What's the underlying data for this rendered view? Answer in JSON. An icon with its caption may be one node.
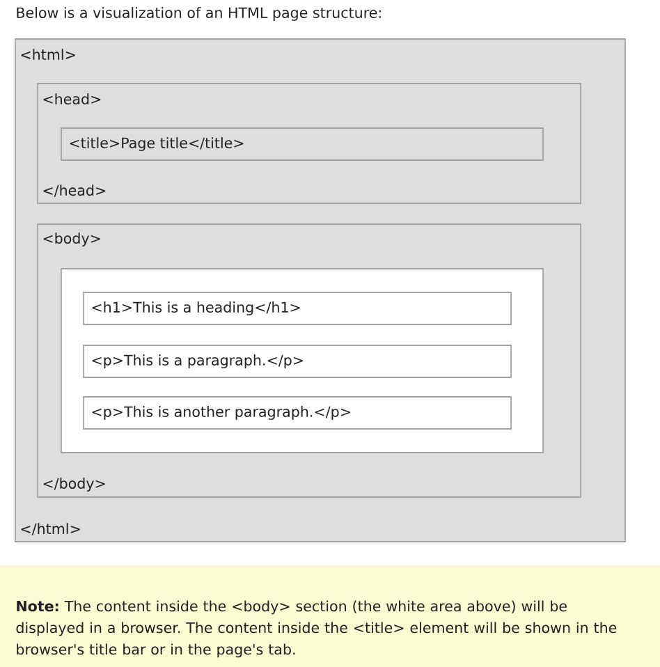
{
  "diagram": {
    "title": "Below is a visualization of an HTML page structure:",
    "nodes": [
      {
        "text": [
          "<html>",
          "</html>"
        ]
      },
      {
        "text": [
          "<head>",
          "</head>"
        ],
        "in": 0
      },
      {
        "text": [
          "<title>Page title</title>"
        ],
        "in": 1
      },
      {
        "text": [
          "<body>",
          "</body>"
        ],
        "in": 0
      },
      {
        "text": [],
        "shape": "box",
        "in": 3
      },
      {
        "text": [
          "<h1>This is a heading</h1>"
        ],
        "in": 4
      },
      {
        "text": [
          "<p>This is a paragraph.</p>"
        ],
        "in": 4
      },
      {
        "text": [
          "<p>This is another paragraph.</p>"
        ],
        "in": 4
      },
      {
        "text": [
          "**Note:** The content inside the <body> section (the white area above) will be displayed in a browser. The content inside the <title> element will be shown in the browser's title bar or in the page's tab."
        ]
      }
    ]
  }
}
